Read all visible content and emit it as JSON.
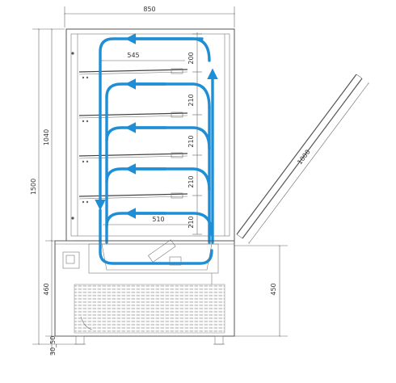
{
  "dimensions": {
    "width_total": "850",
    "shelf_depth_top": "545",
    "shelf_depth_bottom": "510",
    "shelf_gap_1": "200",
    "shelf_gap_2": "210",
    "shelf_gap_3": "210",
    "shelf_gap_4": "210",
    "shelf_gap_5": "210",
    "height_total": "1500",
    "height_display": "1040",
    "height_base_left": "460",
    "height_base_right": "450",
    "foot_height": "30_50",
    "glass_length": "1000"
  },
  "colors": {
    "airflow": "#1e8fd6",
    "lines": "#555555",
    "dimension": "#333333"
  }
}
